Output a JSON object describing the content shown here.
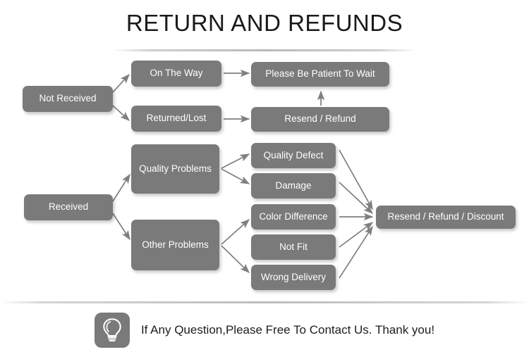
{
  "page": {
    "title": "RETURN AND REFUNDS",
    "background_color": "#ffffff",
    "node_color": "#7a7a7a",
    "node_text_color": "#ffffff",
    "arrow_color": "#7f7f7f"
  },
  "flow": {
    "nodes": [
      {
        "id": "not-received",
        "label": "Not Received"
      },
      {
        "id": "on-the-way",
        "label": "On The Way"
      },
      {
        "id": "returned-lost",
        "label": "Returned/Lost"
      },
      {
        "id": "be-patient",
        "label": "Please Be Patient To Wait"
      },
      {
        "id": "resend-refund",
        "label": "Resend / Refund"
      },
      {
        "id": "received",
        "label": "Received"
      },
      {
        "id": "quality-problems",
        "label": "Quality Problems"
      },
      {
        "id": "other-problems",
        "label": "Other Problems"
      },
      {
        "id": "quality-defect",
        "label": "Quality Defect"
      },
      {
        "id": "damage",
        "label": "Damage"
      },
      {
        "id": "color-difference",
        "label": "Color Difference"
      },
      {
        "id": "not-fit",
        "label": "Not Fit"
      },
      {
        "id": "wrong-delivery",
        "label": "Wrong Delivery"
      },
      {
        "id": "resend-refund-discount",
        "label": "Resend / Refund / Discount"
      }
    ],
    "edges": [
      {
        "from": "not-received",
        "to": "on-the-way"
      },
      {
        "from": "not-received",
        "to": "returned-lost"
      },
      {
        "from": "on-the-way",
        "to": "be-patient"
      },
      {
        "from": "returned-lost",
        "to": "resend-refund"
      },
      {
        "from": "resend-refund",
        "to": "be-patient"
      },
      {
        "from": "received",
        "to": "quality-problems"
      },
      {
        "from": "received",
        "to": "other-problems"
      },
      {
        "from": "quality-problems",
        "to": "quality-defect"
      },
      {
        "from": "quality-problems",
        "to": "damage"
      },
      {
        "from": "other-problems",
        "to": "color-difference"
      },
      {
        "from": "other-problems",
        "to": "wrong-delivery"
      },
      {
        "from": "quality-defect",
        "to": "resend-refund-discount"
      },
      {
        "from": "damage",
        "to": "resend-refund-discount"
      },
      {
        "from": "color-difference",
        "to": "resend-refund-discount"
      },
      {
        "from": "not-fit",
        "to": "resend-refund-discount"
      },
      {
        "from": "wrong-delivery",
        "to": "resend-refund-discount"
      }
    ]
  },
  "footer": {
    "icon": "lightbulb-icon",
    "text": "If Any Question,Please Free To Contact Us. Thank you!"
  }
}
